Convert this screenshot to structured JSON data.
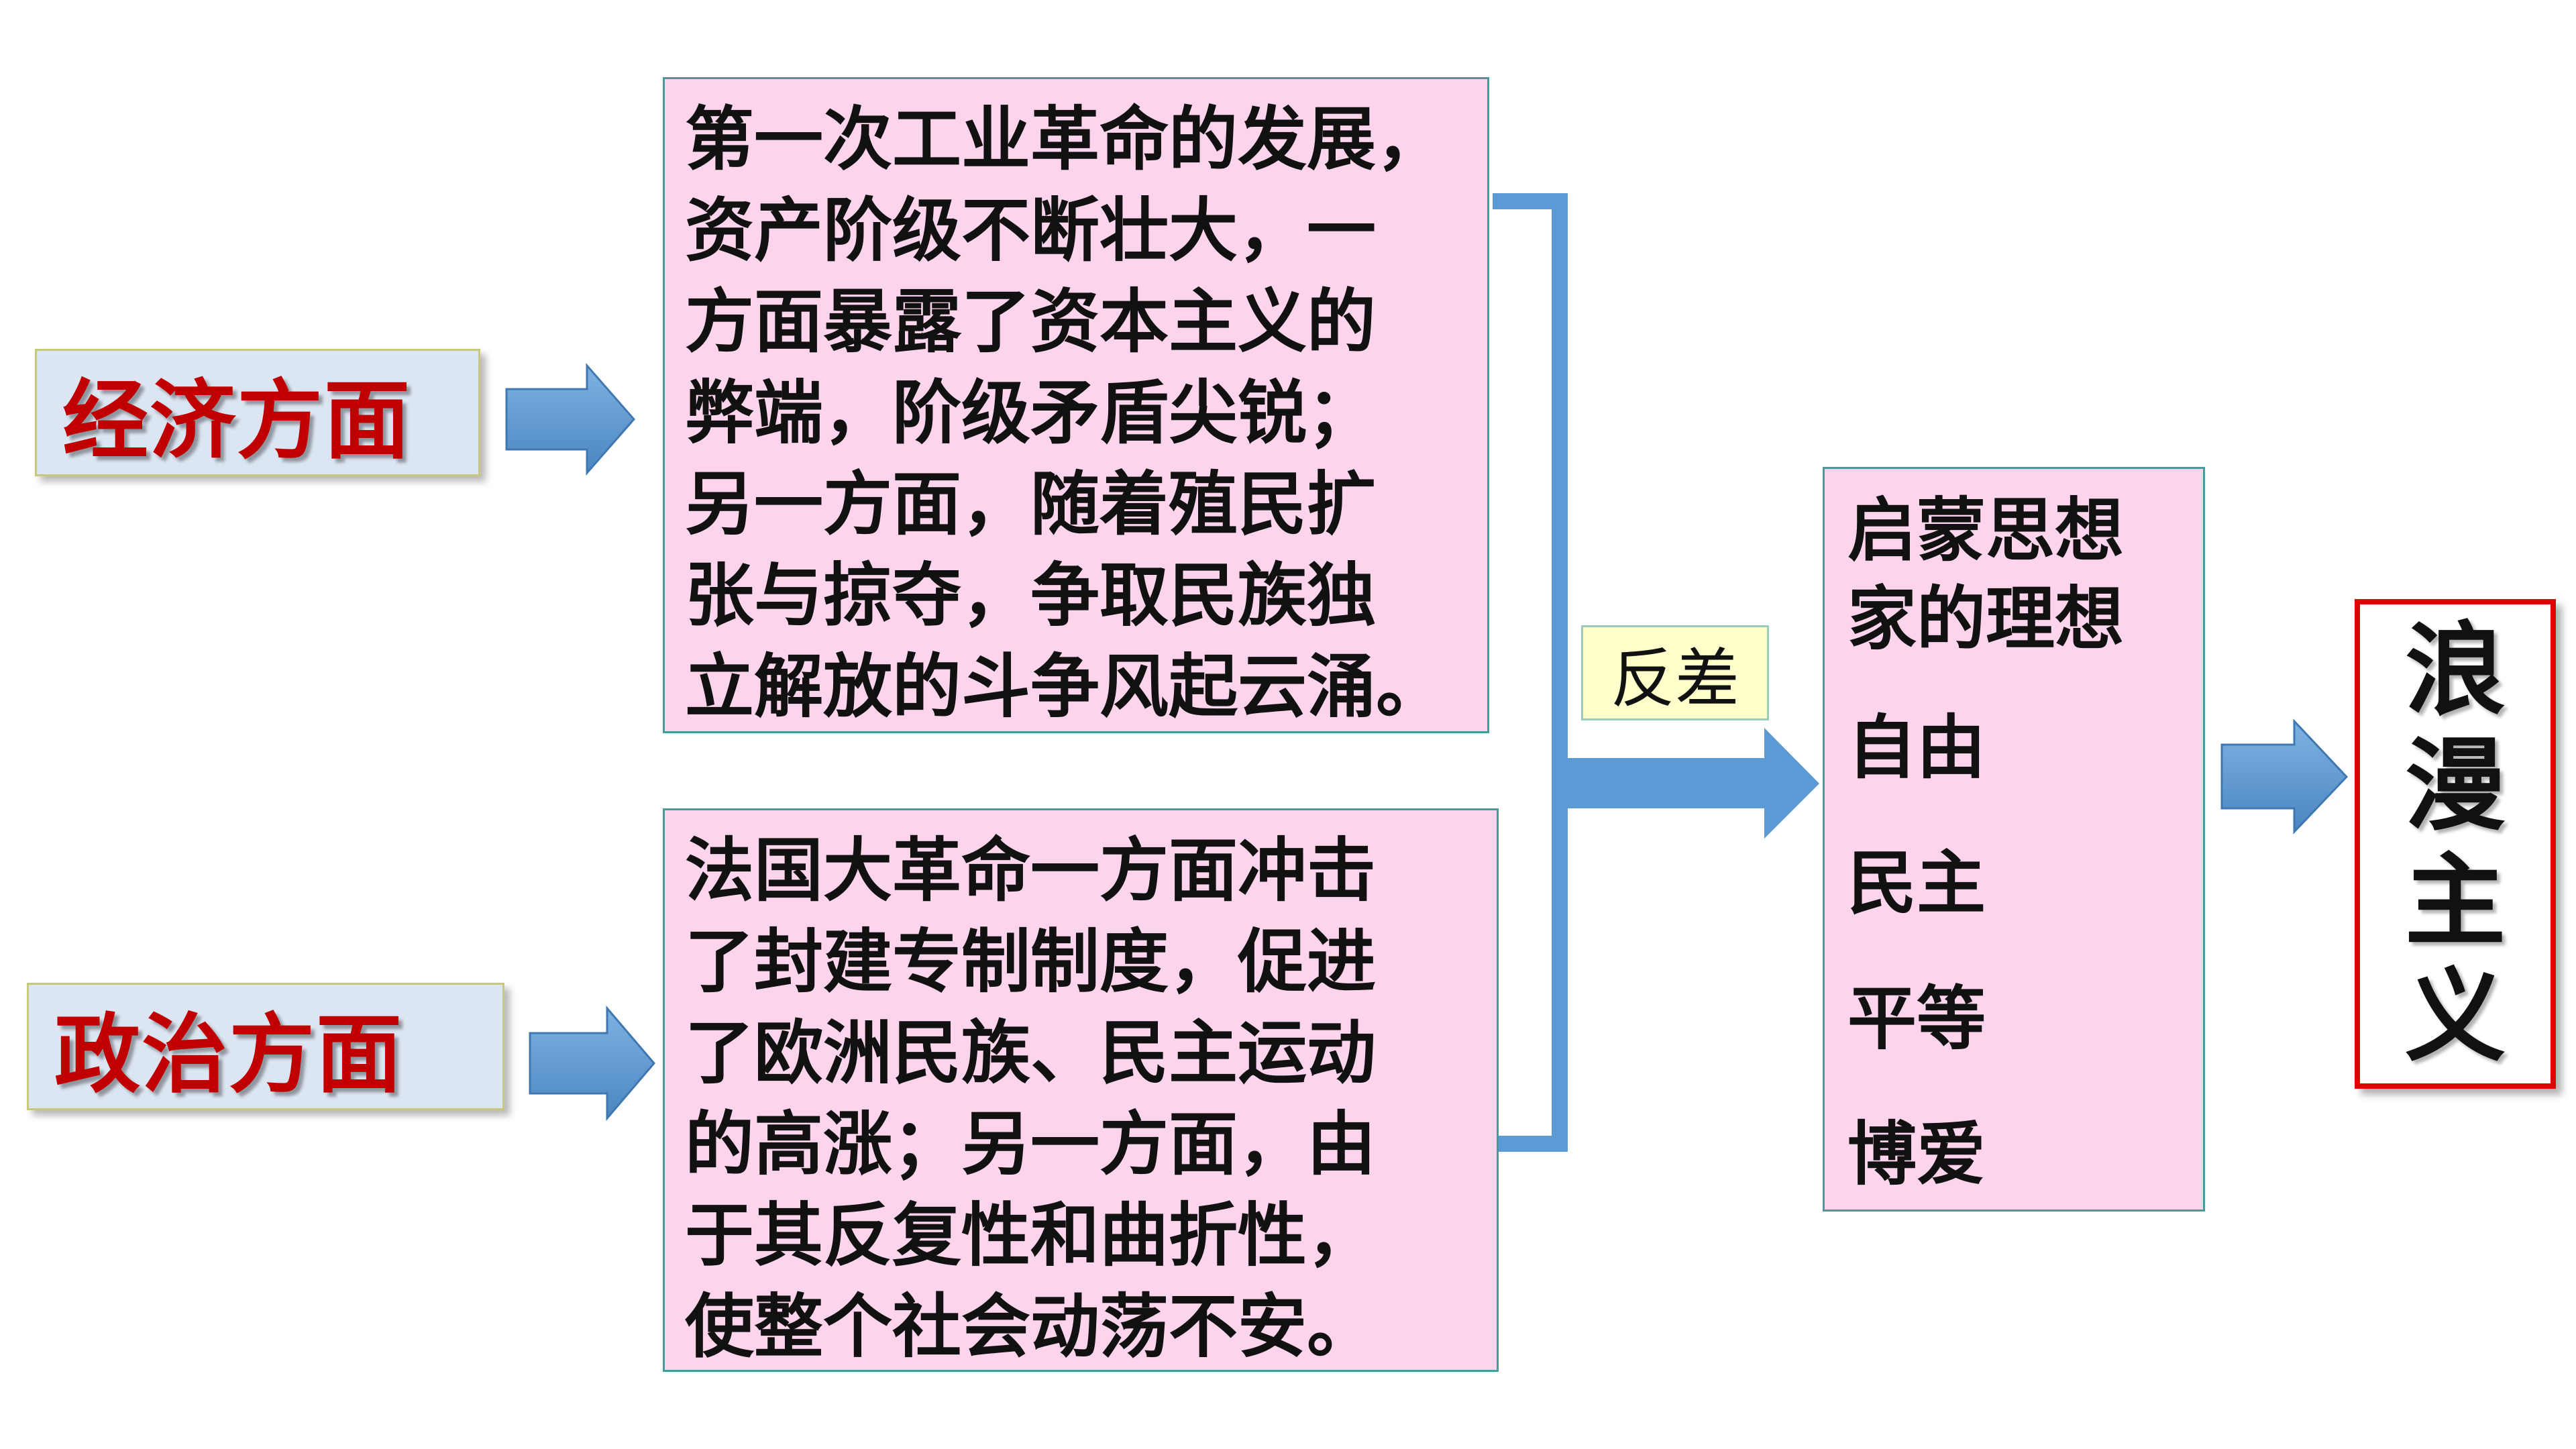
{
  "left_labels": {
    "economic": "经济方面",
    "political": "政治方面"
  },
  "causes": {
    "economic_text": "第一次工业革命的发展，\n资产阶级不断壮大，一\n方面暴露了资本主义的\n弊端，阶级矛盾尖锐；\n另一方面，随着殖民扩\n张与掠夺，争取民族独\n立解放的斗争风起云涌。",
    "political_text": "法国大革命一方面冲击\n了封建专制制度，促进\n了欧洲民族、民主运动\n的高涨；另一方面，由\n于其反复性和曲折性，\n使整个社会动荡不安。"
  },
  "contrast_label": "反差",
  "enlightenment": {
    "title": "启蒙思想\n家的理想",
    "items": [
      "自由",
      "民主",
      "平等",
      "博爱"
    ]
  },
  "result": {
    "chars": [
      "浪",
      "漫",
      "主",
      "义"
    ]
  },
  "colors": {
    "arrow": "#5b9bd5",
    "label_text": "#c00000",
    "pink_box": "#fcd5ec",
    "label_box": "#dce6f2",
    "result_border": "#e00000"
  }
}
